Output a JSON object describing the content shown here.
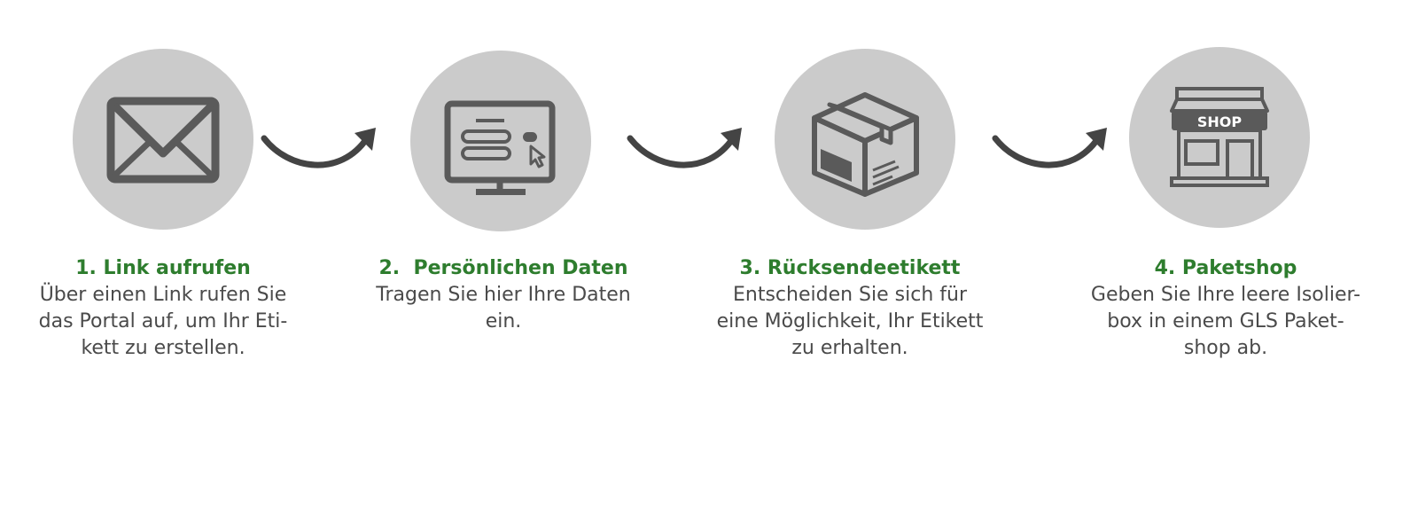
{
  "colors": {
    "title_green": "#2e7d2e",
    "circle_gray": "#cbcbcb",
    "icon_dark": "#5a5a5a",
    "arrow_dark": "#444444",
    "text_gray": "#4a4a4a"
  },
  "steps": [
    {
      "icon": "envelope-icon",
      "title": "1. Link aufrufen",
      "description": "Über einen Link rufen Sie\ndas Portal auf, um Ihr Eti-\nkett zu erstellen."
    },
    {
      "icon": "monitor-form-icon",
      "title": "2.  Persönlichen Daten",
      "description": "Tragen Sie hier Ihre Daten\nein."
    },
    {
      "icon": "package-box-icon",
      "title": "3. Rücksendeetikett",
      "description": "Entscheiden Sie sich für\neine Möglichkeit, Ihr Etikett\nzu erhalten."
    },
    {
      "icon": "shop-icon",
      "title": "4. Paketshop",
      "description": "Geben Sie Ihre leere Isolier-\nbox in einem GLS Paket-\nshop ab.",
      "shop_sign": "SHOP"
    }
  ]
}
